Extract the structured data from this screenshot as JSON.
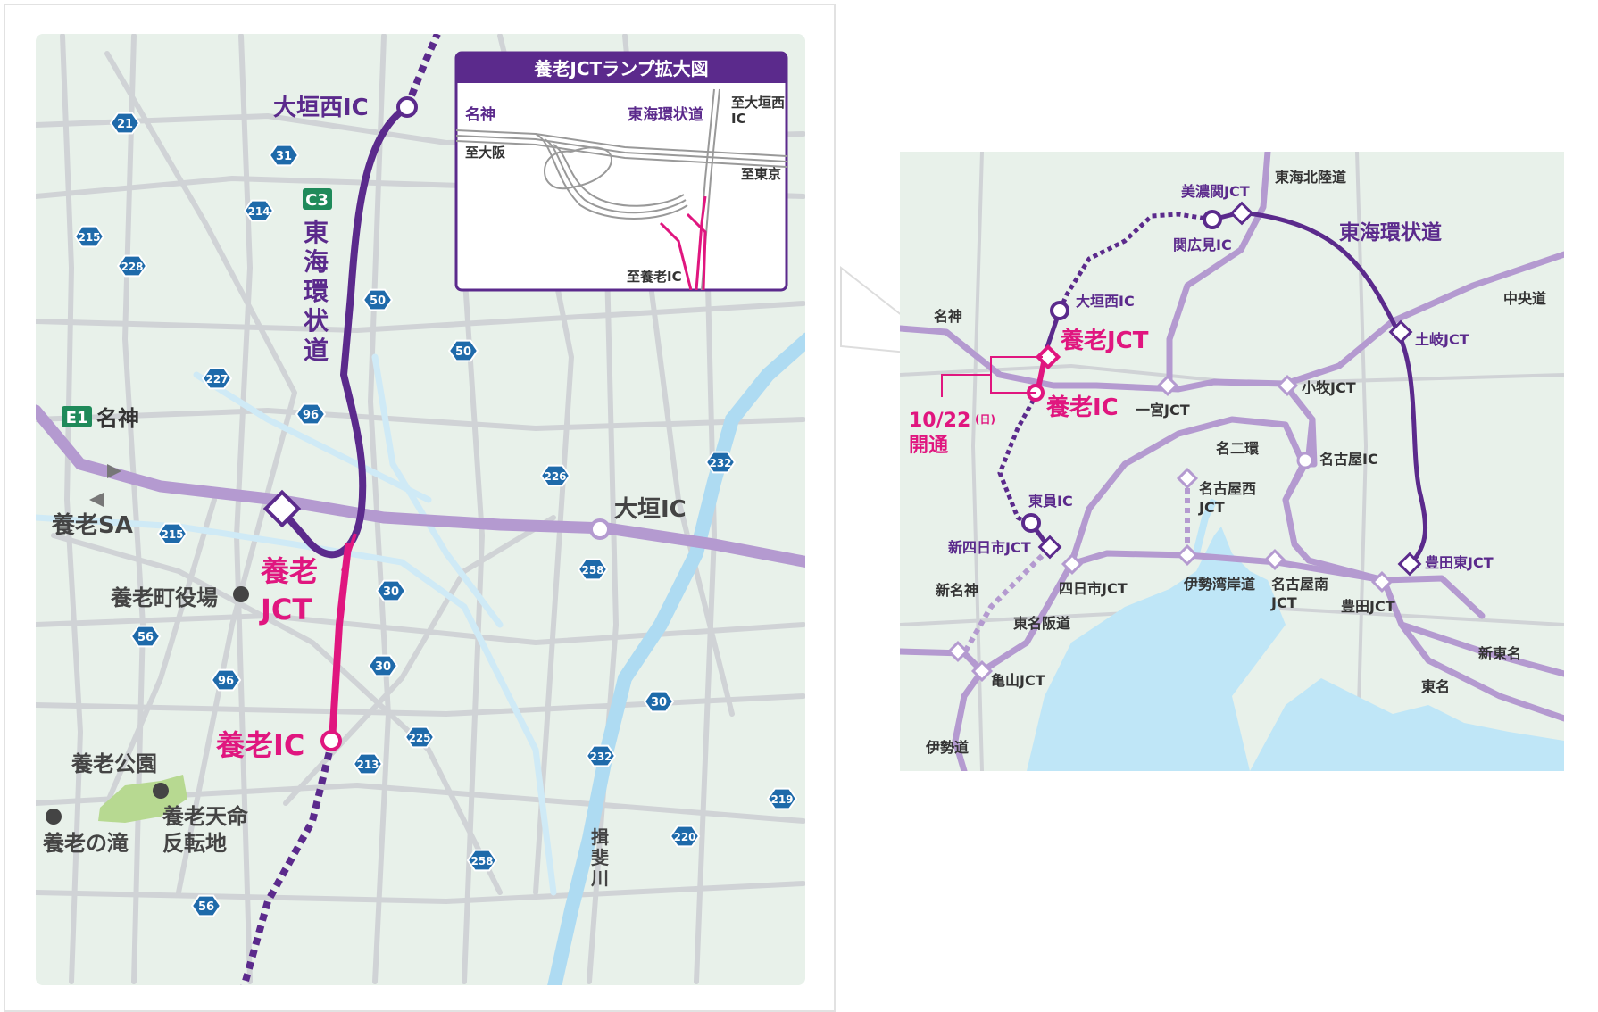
{
  "colors": {
    "map_bg": "#e8f1ea",
    "road_gray": "#d0d3d6",
    "river_blue": "#aedbf2",
    "river_light": "#cfeaf6",
    "sea_blue": "#bfe6f7",
    "expressway_lavender": "#b49ad0",
    "tokai_kanjo_purple": "#5b2a8c",
    "new_section_magenta": "#e0167f",
    "route_badge_blue": "#1e6aaa",
    "expressway_badge_green": "#1f8a5a",
    "park_green": "#b7d991",
    "poi_dark": "#444444"
  },
  "left_map": {
    "labels": {
      "ogaki_nishi_ic": "大垣西IC",
      "ogaki_ic": "大垣IC",
      "yoro_jct": [
        "養老",
        "JCT"
      ],
      "yoro_ic": "養老IC",
      "yoro_sa": "養老SA",
      "c3_badge": "C3",
      "tokai_kanjo_vertical": [
        "東",
        "海",
        "環",
        "状",
        "道"
      ],
      "e1_badge": "E1",
      "meishin": "名神",
      "yoro_town_office": "養老町役場",
      "yoro_park": "養老公園",
      "yoro_falls": "養老の滝",
      "yoro_tenmei": [
        "養老天命",
        "反転地"
      ],
      "ibi_river": [
        "揖",
        "斐",
        "川"
      ]
    },
    "route_badges": [
      "21",
      "31",
      "214",
      "215",
      "228",
      "50",
      "50",
      "227",
      "96",
      "226",
      "232",
      "215",
      "30",
      "258",
      "56",
      "96",
      "30",
      "30",
      "225",
      "213",
      "232",
      "219",
      "220",
      "258",
      "56"
    ]
  },
  "inset": {
    "title": "養老JCTランプ拡大図",
    "labels": {
      "meishin": "名神",
      "tokai_kanjo": "東海環状道",
      "to_ogaki_nishi": [
        "至大垣西",
        "IC"
      ],
      "to_osaka": "至大阪",
      "to_tokyo": "至東京",
      "to_yoro_ic": "至養老IC"
    }
  },
  "right_map": {
    "labels": {
      "mino_seki_jct": "美濃関JCT",
      "tokai_hokuriku": "東海北陸道",
      "seki_hirono_ic": "関広見IC",
      "tokai_kanjo": "東海環状道",
      "chuo": "中央道",
      "meishin": "名神",
      "ogaki_nishi_ic": "大垣西IC",
      "yoro_jct": "養老JCT",
      "toki_jct": "土岐JCT",
      "yoro_ic": "養老IC",
      "open_date": "10/22",
      "open_day": "(日)",
      "open_word": "開通",
      "ichinomiya_jct": "一宮JCT",
      "komaki_jct": "小牧JCT",
      "meinikan": "名二環",
      "nagoya_ic": "名古屋IC",
      "toin_ic": "東員IC",
      "nagoya_nishi_jct": [
        "名古屋西",
        "JCT"
      ],
      "shin_yokkaichi_jct": "新四日市JCT",
      "toyota_higashi_jct": "豊田東JCT",
      "shin_meishin": "新名神",
      "yokkaichi_jct": "四日市JCT",
      "isewangan": "伊勢湾岸道",
      "nagoya_minami_jct": [
        "名古屋南",
        "JCT"
      ],
      "toyota_jct": "豊田JCT",
      "tomei_hanshin": "東名阪道",
      "shin_tomei": "新東名",
      "kameyama_jct": "亀山JCT",
      "tomei": "東名",
      "ise": "伊勢道"
    }
  }
}
